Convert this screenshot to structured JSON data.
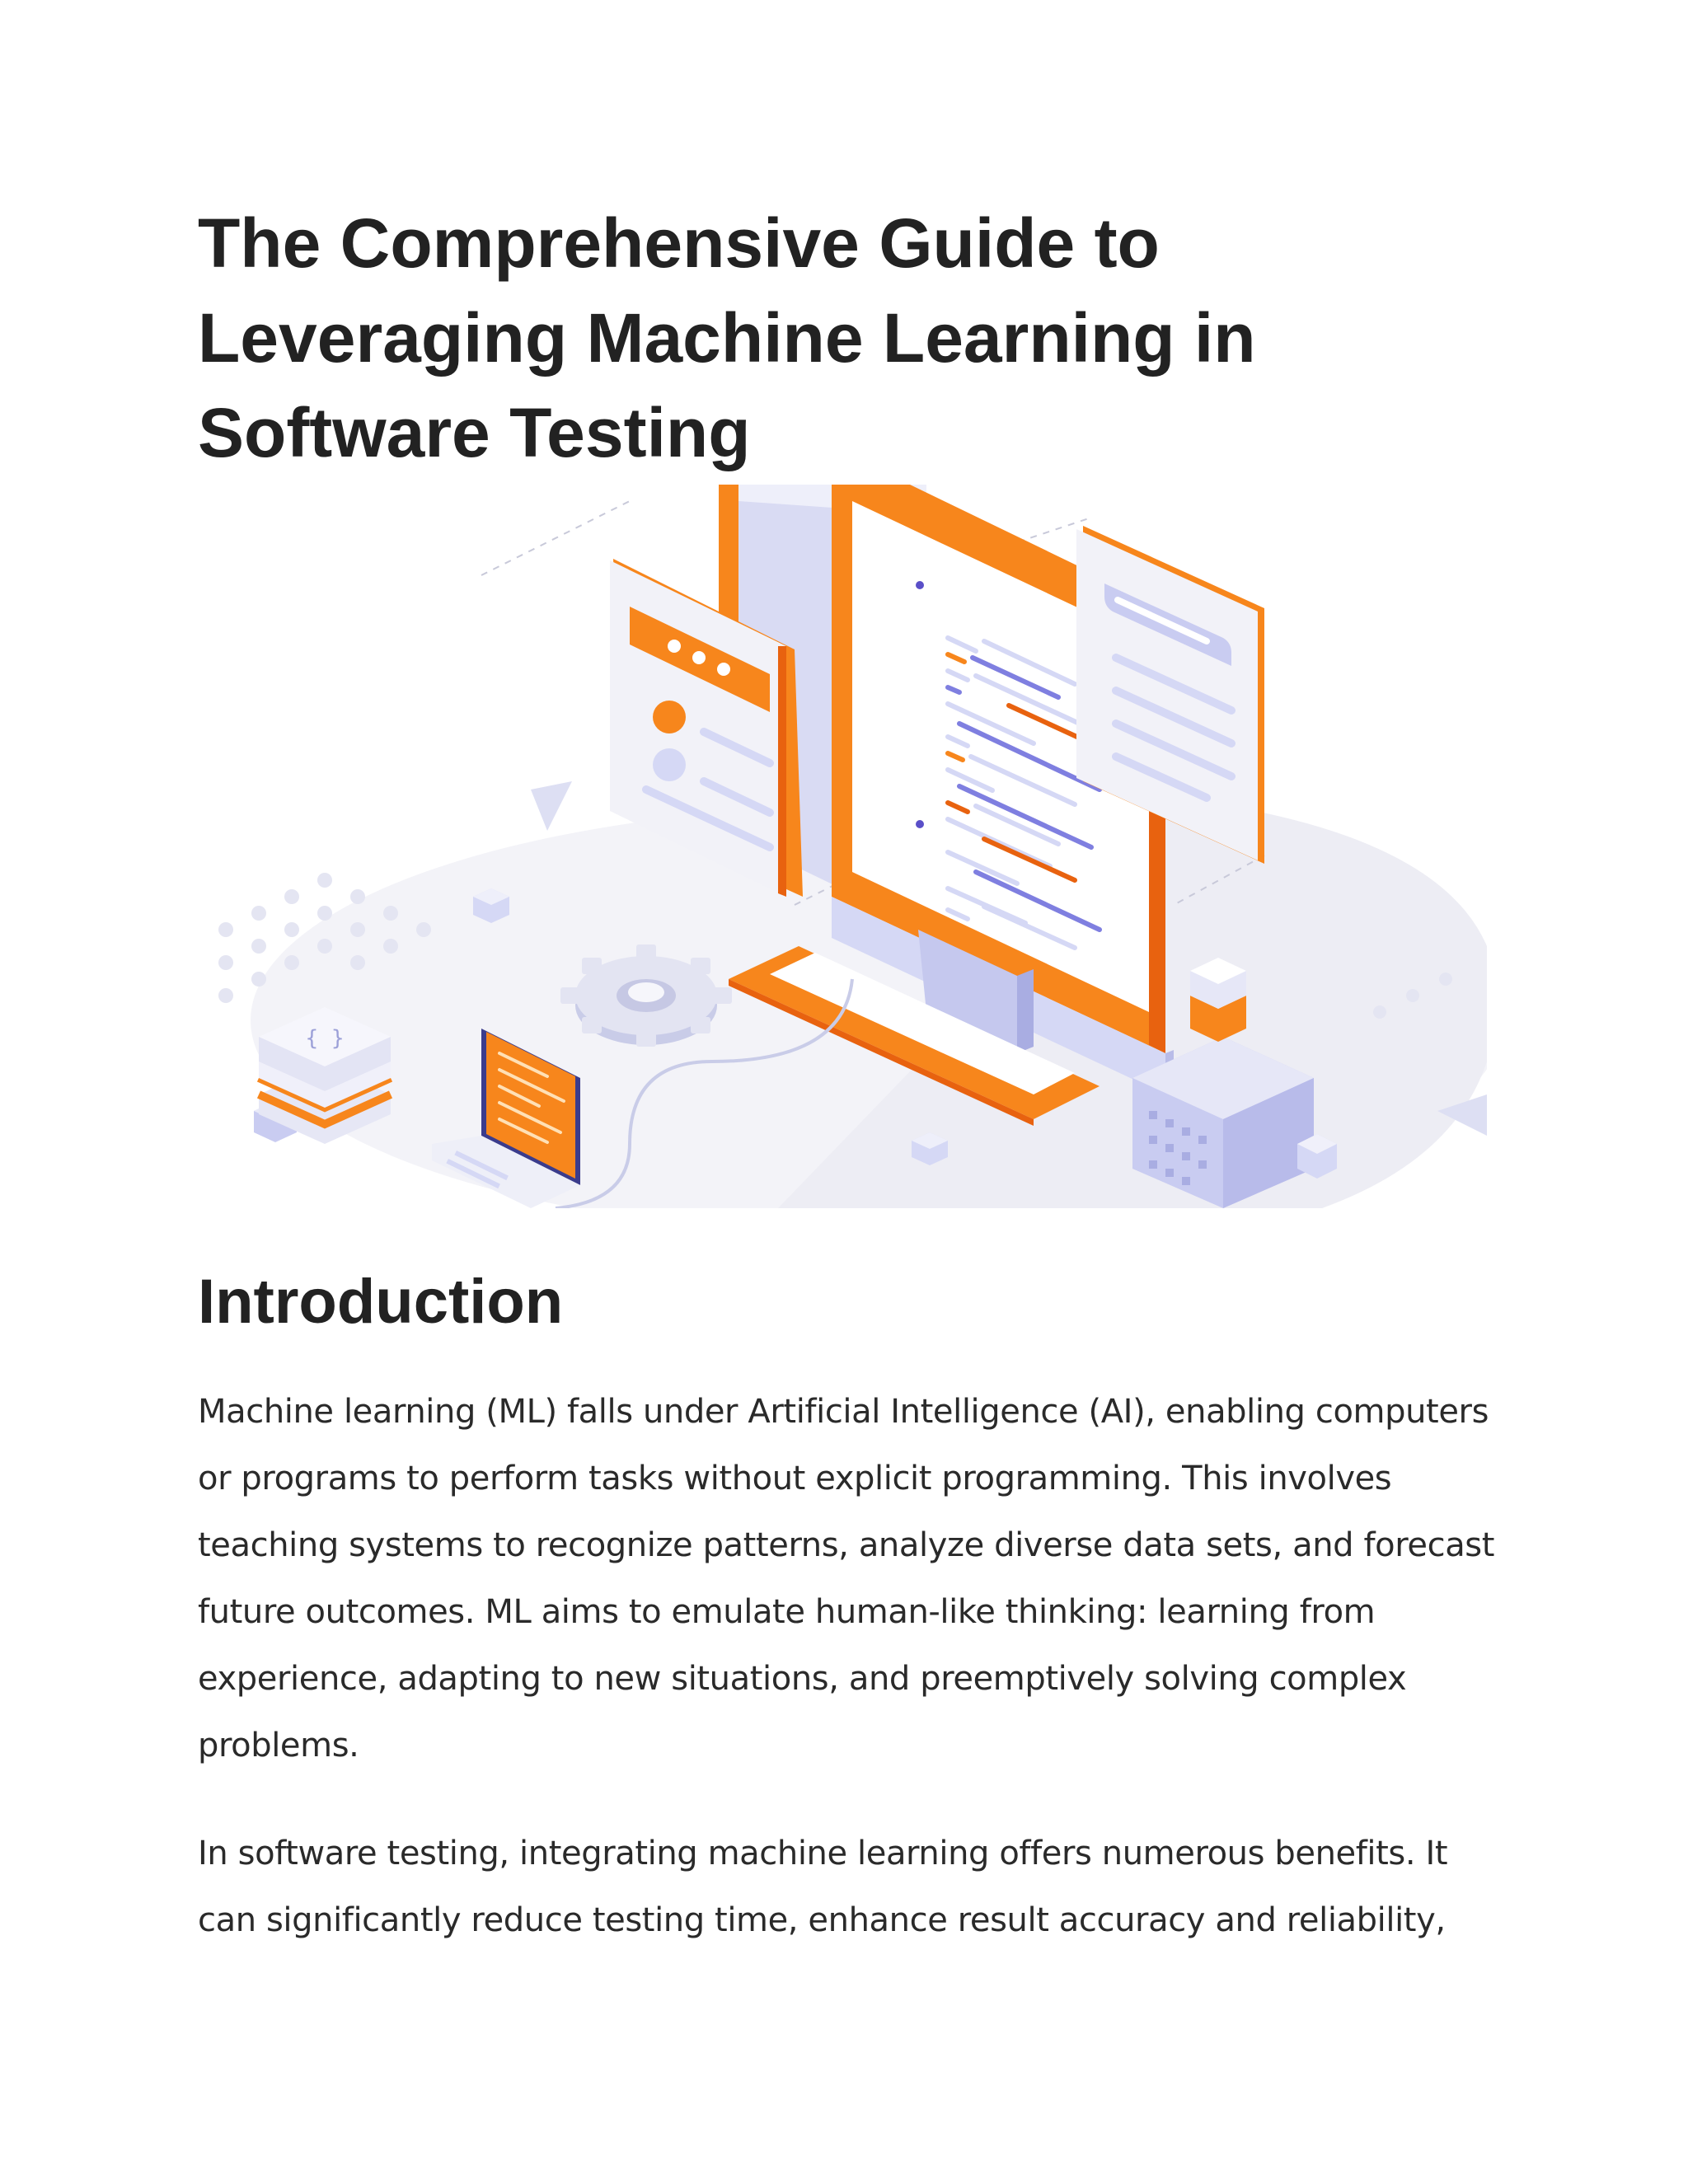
{
  "article": {
    "title": "The Comprehensive Guide to Leveraging Machine Learning in Software Testing",
    "hero_image": {
      "icon": "computer-code-testing-illustration",
      "code_badge": "</>",
      "braces_label": "{ }",
      "colors": {
        "accent": "#F7861C",
        "accent_dark": "#E8620F",
        "lavender": "#D5D8F5",
        "indigo": "#7F7FE0"
      }
    },
    "sections": [
      {
        "heading": "Introduction",
        "paragraphs": [
          "Machine learning (ML) falls under Artificial Intelligence (AI), enabling computers or programs to perform tasks without explicit programming. This involves teaching systems to recognize patterns, analyze diverse data sets, and forecast future outcomes. ML aims to emulate human-like thinking: learning from experience, adapting to new situations, and preemptively solving complex problems.",
          "In software testing, integrating machine learning offers numerous benefits. It can significantly reduce testing time, enhance result accuracy and reliability,"
        ]
      }
    ]
  }
}
